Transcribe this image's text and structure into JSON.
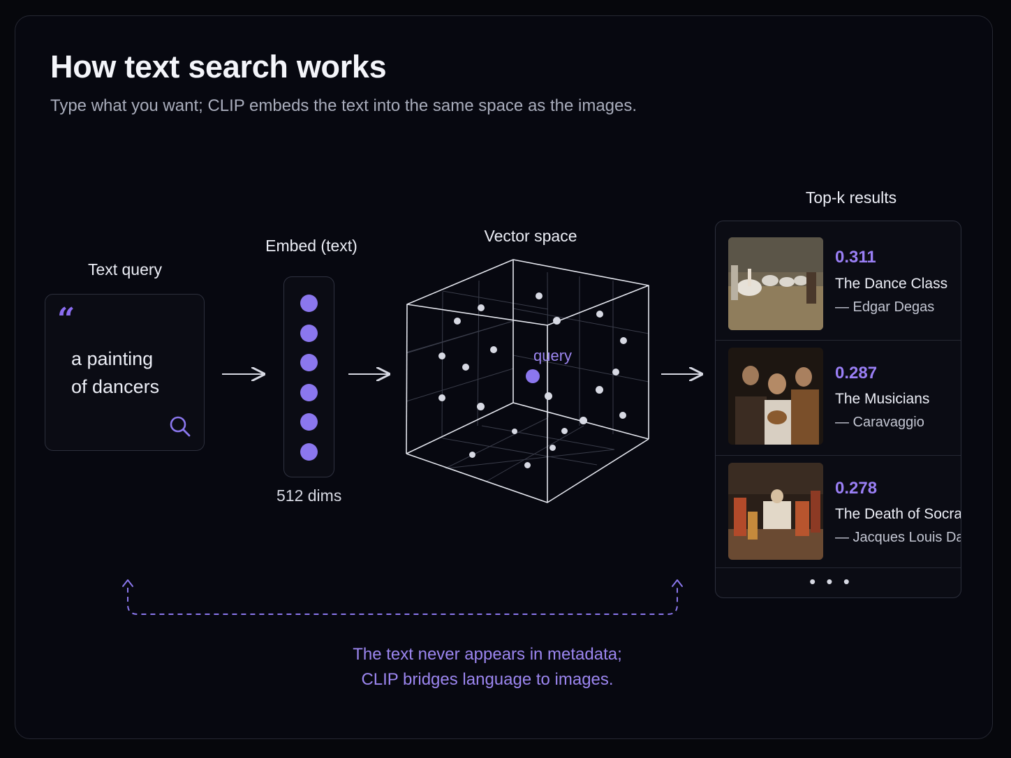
{
  "header": {
    "title": "How text search works",
    "subtitle": "Type what you want; CLIP embeds the text into the same space as the images."
  },
  "stages": {
    "text_query": "Text query",
    "embed": "Embed (text)",
    "vector_space": "Vector space",
    "results": "Top-k results"
  },
  "query_card": {
    "quote_glyph": "“",
    "text_line1": "a painting",
    "text_line2": "of dancers",
    "icon": "search-icon"
  },
  "embedding": {
    "dims_label": "512 dims",
    "dot_count": 6
  },
  "vector_space": {
    "query_label": "query"
  },
  "results": [
    {
      "score": "0.311",
      "title": "The Dance Class",
      "artist": "— Edgar Degas"
    },
    {
      "score": "0.287",
      "title": "The Musicians",
      "artist": "— Caravaggio"
    },
    {
      "score": "0.278",
      "title": "The Death of Socrates",
      "artist": "— Jacques Louis David"
    }
  ],
  "more_indicator": "• • •",
  "footnote": {
    "line1": "The text never appears in metadata;",
    "line2": "CLIP bridges language to images."
  },
  "colors": {
    "accent": "#8b77ee",
    "background": "#06070c",
    "panel": "#0b0c14"
  }
}
